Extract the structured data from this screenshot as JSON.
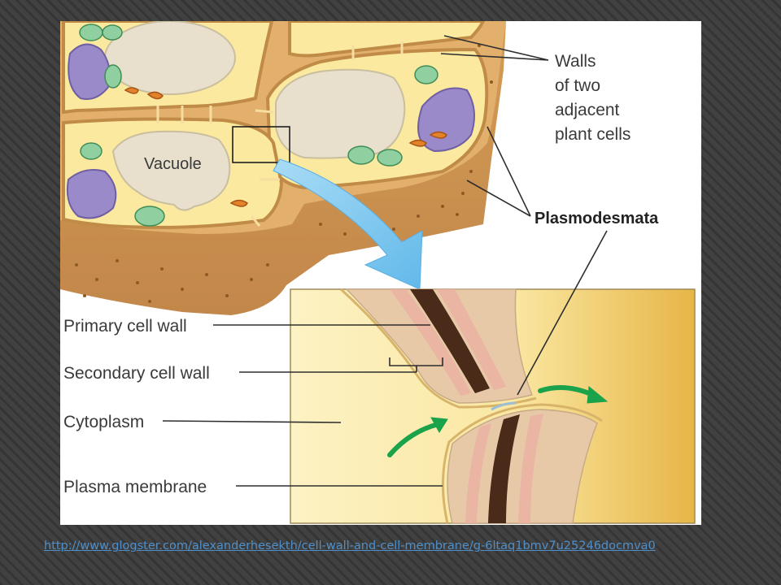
{
  "diagram": {
    "labels": {
      "walls": [
        "Walls",
        "of two",
        "adjacent",
        "plant cells"
      ],
      "plasmodesmata": "Plasmodesmata",
      "vacuole": "Vacuole",
      "primary_wall": "Primary cell wall",
      "secondary_wall": "Secondary cell wall",
      "cytoplasm": "Cytoplasm",
      "plasma_membrane": "Plasma membrane"
    },
    "colors": {
      "cell_wall": "#d9a765",
      "wall_dark": "#b9854a",
      "cytoplasm": "#fbeaa0",
      "vacuole": "#e8e0cc",
      "nucleus": "#9b8ac9",
      "chloroplast": "#8fcfa0",
      "mitochondria": "#e2832a",
      "arrow_blue": "#7cc8ef",
      "arrow_green": "#1aa34a"
    }
  },
  "source": {
    "url": "http://www.glogster.com/alexanderhesekth/cell-wall-and-cell-membrane/g-6ltaq1bmv7u25246docmva0"
  }
}
